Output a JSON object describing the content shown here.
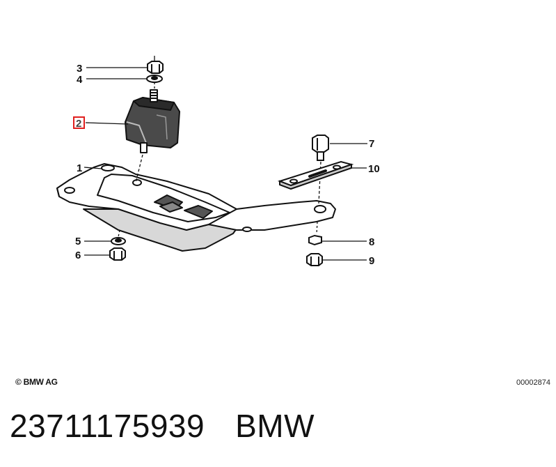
{
  "diagram": {
    "callouts": [
      {
        "id": "3",
        "text": "3"
      },
      {
        "id": "4",
        "text": "4"
      },
      {
        "id": "2",
        "text": "2",
        "highlighted": true
      },
      {
        "id": "1",
        "text": "1"
      },
      {
        "id": "7",
        "text": "7"
      },
      {
        "id": "10",
        "text": "10"
      },
      {
        "id": "5",
        "text": "5"
      },
      {
        "id": "6",
        "text": "6"
      },
      {
        "id": "8",
        "text": "8"
      },
      {
        "id": "9",
        "text": "9"
      }
    ],
    "highlight_color": "#e0201f",
    "line_color": "#111111"
  },
  "footer": {
    "copyright": "© BMW AG",
    "image_code": "00002874"
  },
  "part": {
    "number": "23711175939",
    "brand": "BMW"
  }
}
